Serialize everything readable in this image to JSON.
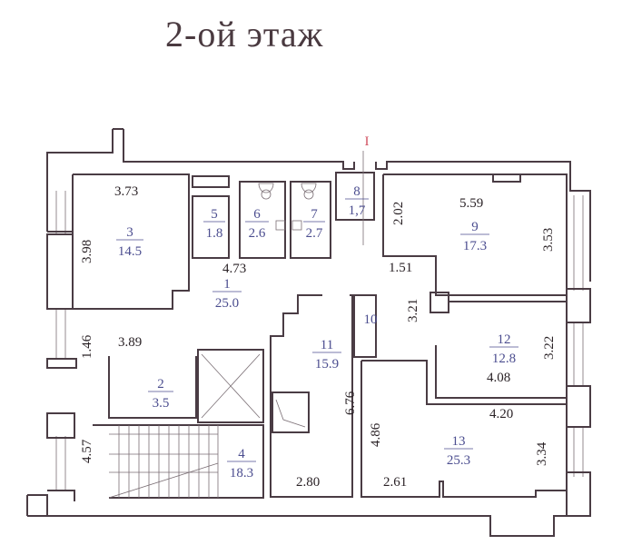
{
  "title": "2-ой этаж",
  "axis_marker": "I",
  "colors": {
    "walls": "#4a3c44",
    "dimension_text": "#2a2226",
    "room_label_text": "#4b4d8f",
    "axis_marker": "#d05060"
  },
  "rooms": [
    {
      "number": "1",
      "area": "25.0"
    },
    {
      "number": "2",
      "area": "3.5"
    },
    {
      "number": "3",
      "area": "14.5"
    },
    {
      "number": "4",
      "area": "18.3"
    },
    {
      "number": "5",
      "area": "1.8"
    },
    {
      "number": "6",
      "area": "2.6"
    },
    {
      "number": "7",
      "area": "2.7"
    },
    {
      "number": "8",
      "area": "1,7"
    },
    {
      "number": "9",
      "area": "17.3"
    },
    {
      "number": "10",
      "area": ""
    },
    {
      "number": "11",
      "area": "15.9"
    },
    {
      "number": "12",
      "area": "12.8"
    },
    {
      "number": "13",
      "area": "25.3"
    }
  ],
  "dimensions": {
    "r3_width": "3.73",
    "r3_height": "3.98",
    "corridor_width": "4.73",
    "hall_height": "1.46",
    "hall_width": "3.89",
    "stair_height": "4.57",
    "r9_width": "5.59",
    "r9_left": "2.02",
    "r9_right": "3.53",
    "r9_step": "1.51",
    "corr_right": "3.21",
    "r12_height": "3.22",
    "r12_width": "4.08",
    "r13_width_top": "4.20",
    "r13_height": "3.34",
    "r13_left": "4.86",
    "r13_bottom": "2.61",
    "r11_height": "6.76",
    "r11_width": "2.80"
  }
}
